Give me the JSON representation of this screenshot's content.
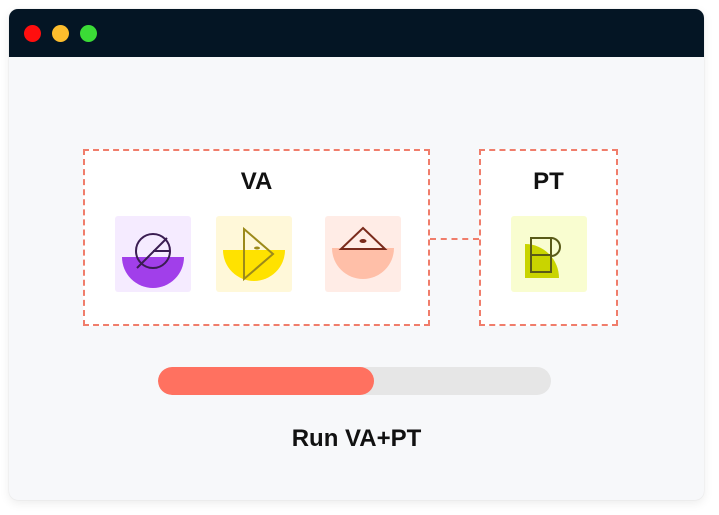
{
  "window": {
    "traffic_lights": [
      {
        "name": "close",
        "color": "#ff0e0e"
      },
      {
        "name": "minimize",
        "color": "#fdbd2d"
      },
      {
        "name": "zoom",
        "color": "#3bdb36"
      }
    ]
  },
  "groups": {
    "va": {
      "title": "VA",
      "tiles": [
        {
          "icon": "circle-slash-icon",
          "bg": "#f5ebff",
          "accent": "#a13fea",
          "stroke": "#3a1d52"
        },
        {
          "icon": "play-triangle-icon",
          "bg": "#fff8d9",
          "accent": "#ffe200",
          "stroke": "#9c8a1a"
        },
        {
          "icon": "eye-triangle-icon",
          "bg": "#ffece6",
          "accent": "#ffbfa8",
          "stroke": "#7a2b1c"
        }
      ]
    },
    "pt": {
      "title": "PT",
      "tiles": [
        {
          "icon": "p-shape-icon",
          "bg": "#f9fdd0",
          "accent": "#c9d400",
          "stroke": "#5a5a18"
        }
      ]
    }
  },
  "connector_color": "#f07d6b",
  "progress": {
    "value": 0.55,
    "fill_color": "#ff7160",
    "track_color": "#e6e6e6"
  },
  "run_label": "Run VA+PT"
}
